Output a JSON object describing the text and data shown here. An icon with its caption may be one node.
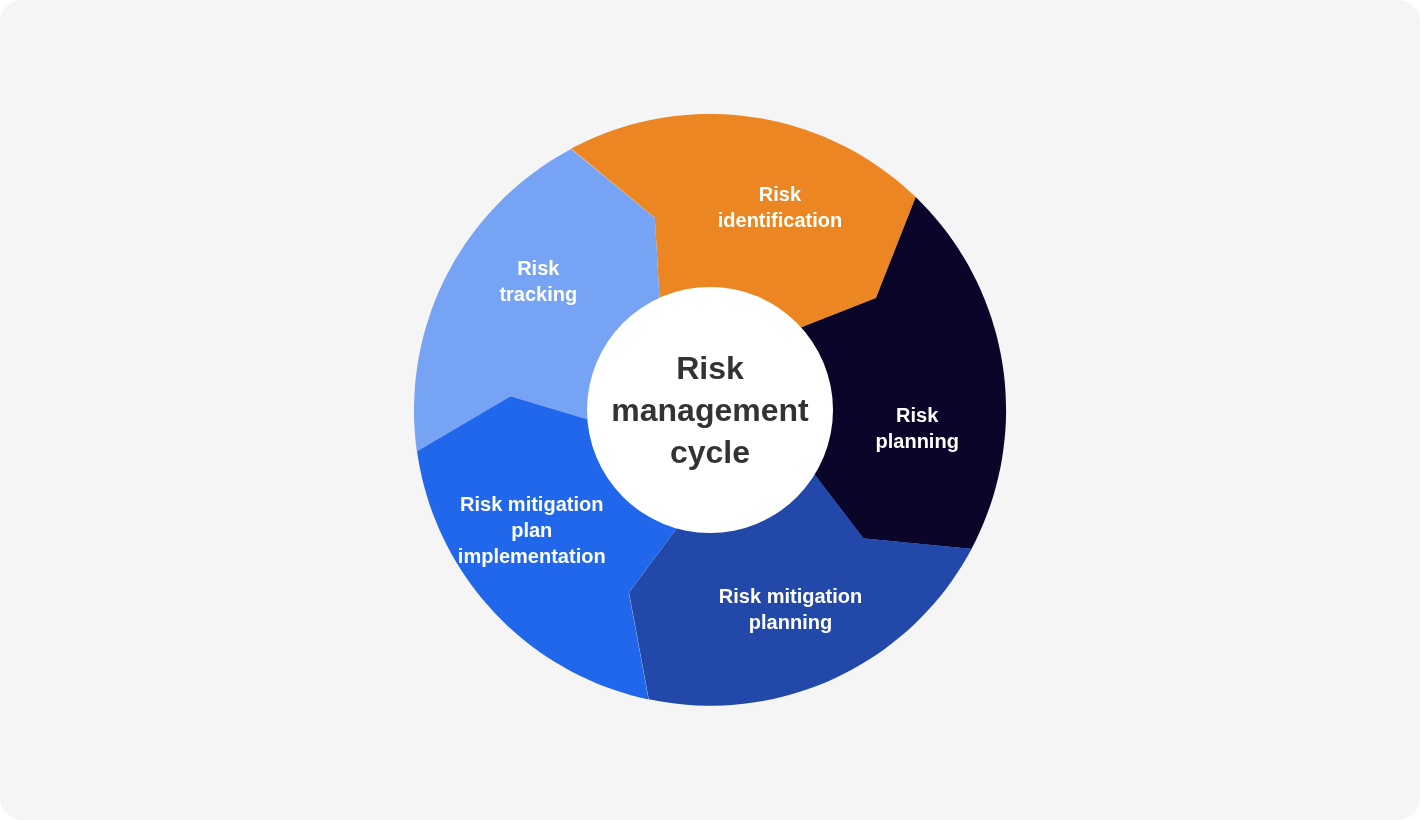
{
  "diagram": {
    "nodes": [
      {
        "text": [
          "Risk management cycle"
        ]
      },
      {
        "text": [
          "Risk identification"
        ]
      },
      {
        "text": [
          "Risk planning"
        ]
      },
      {
        "text": [
          "Risk mitigation planning"
        ]
      },
      {
        "text": [
          "Risk mitigation plan implementation"
        ]
      },
      {
        "text": [
          "Risk tracking"
        ]
      }
    ]
  }
}
